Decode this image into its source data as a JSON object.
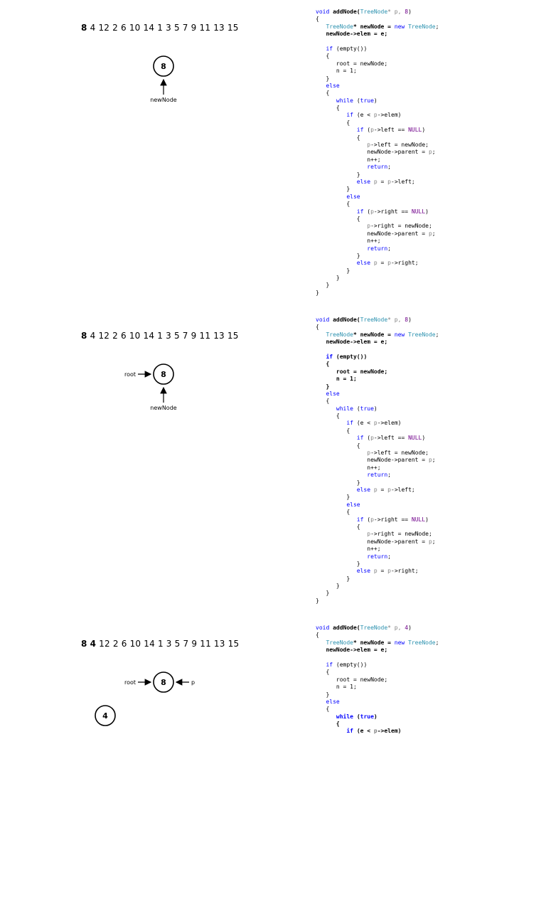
{
  "panels": [
    {
      "sequence": [
        "8",
        "4",
        "12",
        "2",
        "6",
        "10",
        "14",
        "1",
        "3",
        "5",
        "7",
        "9",
        "11",
        "13",
        "15"
      ],
      "highlight": [
        0
      ],
      "nodes": [
        {
          "id": "n8",
          "label": "8"
        }
      ],
      "pointers": [
        {
          "label": "newNode",
          "target": "n8",
          "dir": "up"
        }
      ],
      "code": {
        "call_value": "8",
        "lines": [
          [
            {
              "t": "void ",
              "c": "kw"
            },
            {
              "t": "addNode(",
              "c": "bo"
            },
            {
              "t": "TreeNode",
              "c": "ty"
            },
            {
              "t": "* p, ",
              "c": "pa"
            },
            {
              "t": "8",
              "c": "nu"
            },
            {
              "t": ")",
              "c": ""
            }
          ],
          [
            {
              "t": "{",
              "c": ""
            }
          ],
          [
            {
              "t": "   ",
              "c": ""
            },
            {
              "t": "TreeNode",
              "c": "ty"
            },
            {
              "t": "* newNode = ",
              "c": "bo"
            },
            {
              "t": "new ",
              "c": "kw"
            },
            {
              "t": "TreeNode",
              "c": "ty"
            },
            {
              "t": ";",
              "c": ""
            }
          ],
          [
            {
              "t": "   newNode->elem = e;",
              "c": "bo"
            }
          ],
          [
            {
              "t": "",
              "c": ""
            }
          ],
          [
            {
              "t": "   ",
              "c": ""
            },
            {
              "t": "if ",
              "c": "kw"
            },
            {
              "t": "(empty())",
              "c": ""
            }
          ],
          [
            {
              "t": "   {",
              "c": ""
            }
          ],
          [
            {
              "t": "      root = newNode;",
              "c": ""
            }
          ],
          [
            {
              "t": "      n = 1;",
              "c": ""
            }
          ],
          [
            {
              "t": "   }",
              "c": ""
            }
          ],
          [
            {
              "t": "   ",
              "c": ""
            },
            {
              "t": "else",
              "c": "kw"
            }
          ],
          [
            {
              "t": "   {",
              "c": ""
            }
          ],
          [
            {
              "t": "      ",
              "c": ""
            },
            {
              "t": "while ",
              "c": "kw"
            },
            {
              "t": "(",
              "c": ""
            },
            {
              "t": "true",
              "c": "kw"
            },
            {
              "t": ")",
              "c": ""
            }
          ],
          [
            {
              "t": "      {",
              "c": ""
            }
          ],
          [
            {
              "t": "         ",
              "c": ""
            },
            {
              "t": "if ",
              "c": "kw"
            },
            {
              "t": "(e < ",
              "c": ""
            },
            {
              "t": "p",
              "c": "pa"
            },
            {
              "t": "->elem)",
              "c": ""
            }
          ],
          [
            {
              "t": "         {",
              "c": ""
            }
          ],
          [
            {
              "t": "            ",
              "c": ""
            },
            {
              "t": "if ",
              "c": "kw"
            },
            {
              "t": "(",
              "c": ""
            },
            {
              "t": "p",
              "c": "pa"
            },
            {
              "t": "->left == ",
              "c": ""
            },
            {
              "t": "NULL",
              "c": "nu"
            },
            {
              "t": ")",
              "c": ""
            }
          ],
          [
            {
              "t": "            {",
              "c": ""
            }
          ],
          [
            {
              "t": "               ",
              "c": ""
            },
            {
              "t": "p",
              "c": "pa"
            },
            {
              "t": "->left = newNode;",
              "c": ""
            }
          ],
          [
            {
              "t": "               newNode->parent = ",
              "c": ""
            },
            {
              "t": "p",
              "c": "pa"
            },
            {
              "t": ";",
              "c": ""
            }
          ],
          [
            {
              "t": "               n++;",
              "c": ""
            }
          ],
          [
            {
              "t": "               ",
              "c": ""
            },
            {
              "t": "return",
              "c": "kw"
            },
            {
              "t": ";",
              "c": ""
            }
          ],
          [
            {
              "t": "            }",
              "c": ""
            }
          ],
          [
            {
              "t": "            ",
              "c": ""
            },
            {
              "t": "else ",
              "c": "kw"
            },
            {
              "t": "p",
              "c": "pa"
            },
            {
              "t": " = ",
              "c": ""
            },
            {
              "t": "p",
              "c": "pa"
            },
            {
              "t": "->left;",
              "c": ""
            }
          ],
          [
            {
              "t": "         }",
              "c": ""
            }
          ],
          [
            {
              "t": "         ",
              "c": ""
            },
            {
              "t": "else",
              "c": "kw"
            }
          ],
          [
            {
              "t": "         {",
              "c": ""
            }
          ],
          [
            {
              "t": "            ",
              "c": ""
            },
            {
              "t": "if ",
              "c": "kw"
            },
            {
              "t": "(",
              "c": ""
            },
            {
              "t": "p",
              "c": "pa"
            },
            {
              "t": "->right == ",
              "c": ""
            },
            {
              "t": "NULL",
              "c": "nu"
            },
            {
              "t": ")",
              "c": ""
            }
          ],
          [
            {
              "t": "            {",
              "c": ""
            }
          ],
          [
            {
              "t": "               ",
              "c": ""
            },
            {
              "t": "p",
              "c": "pa"
            },
            {
              "t": "->right = newNode;",
              "c": ""
            }
          ],
          [
            {
              "t": "               newNode->parent = ",
              "c": ""
            },
            {
              "t": "p",
              "c": "pa"
            },
            {
              "t": ";",
              "c": ""
            }
          ],
          [
            {
              "t": "               n++;",
              "c": ""
            }
          ],
          [
            {
              "t": "               ",
              "c": ""
            },
            {
              "t": "return",
              "c": "kw"
            },
            {
              "t": ";",
              "c": ""
            }
          ],
          [
            {
              "t": "            }",
              "c": ""
            }
          ],
          [
            {
              "t": "            ",
              "c": ""
            },
            {
              "t": "else ",
              "c": "kw"
            },
            {
              "t": "p",
              "c": "pa"
            },
            {
              "t": " = ",
              "c": ""
            },
            {
              "t": "p",
              "c": "pa"
            },
            {
              "t": "->right;",
              "c": ""
            }
          ],
          [
            {
              "t": "         }",
              "c": ""
            }
          ],
          [
            {
              "t": "      }",
              "c": ""
            }
          ],
          [
            {
              "t": "   }",
              "c": ""
            }
          ],
          [
            {
              "t": "}",
              "c": ""
            }
          ]
        ]
      }
    },
    {
      "sequence": [
        "8",
        "4",
        "12",
        "2",
        "6",
        "10",
        "14",
        "1",
        "3",
        "5",
        "7",
        "9",
        "11",
        "13",
        "15"
      ],
      "highlight": [
        0
      ],
      "nodes": [
        {
          "id": "n8",
          "label": "8"
        }
      ],
      "pointers": [
        {
          "label": "root",
          "target": "n8",
          "dir": "right"
        },
        {
          "label": "newNode",
          "target": "n8",
          "dir": "up"
        }
      ],
      "code": {
        "lines_ref": "bold_empty",
        "call_value": "8"
      }
    },
    {
      "sequence": [
        "8",
        "4",
        "12",
        "2",
        "6",
        "10",
        "14",
        "1",
        "3",
        "5",
        "7",
        "9",
        "11",
        "13",
        "15"
      ],
      "highlight": [
        0,
        1
      ],
      "nodes": [
        {
          "id": "n8",
          "label": "8"
        },
        {
          "id": "n4",
          "label": "4"
        }
      ],
      "pointers": [
        {
          "label": "root",
          "target": "n8",
          "dir": "right"
        },
        {
          "label": "p",
          "target": "n8",
          "dir": "left"
        }
      ],
      "code": {
        "lines_ref": "bold_while",
        "call_value": "4"
      }
    }
  ]
}
